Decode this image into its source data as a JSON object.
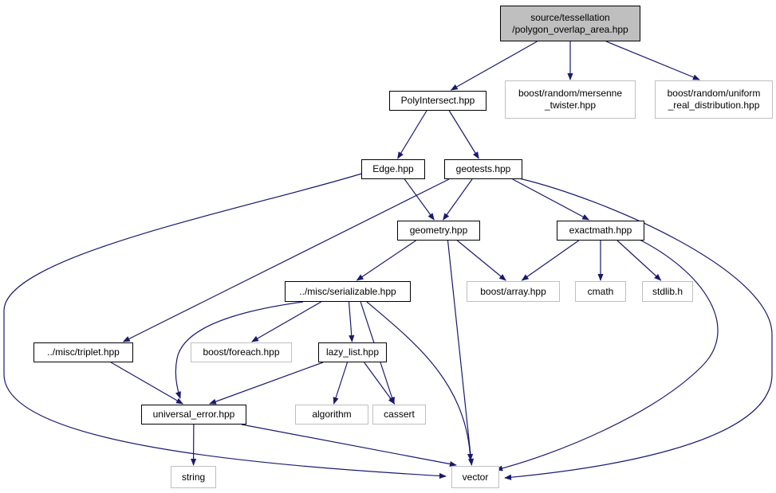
{
  "graph": {
    "edge_color": "#191970",
    "colors": {
      "root_fill": "#bfbfbf",
      "local_border": "#000000",
      "external_border": "#bfbfbf"
    },
    "nodes": [
      {
        "id": "root",
        "lines": [
          "source/tessellation",
          "/polygon_overlap_area.hpp"
        ],
        "kind": "root"
      },
      {
        "id": "polyintersect",
        "lines": [
          "PolyIntersect.hpp"
        ],
        "kind": "local"
      },
      {
        "id": "mersenne",
        "lines": [
          "boost/random/mersenne",
          "_twister.hpp"
        ],
        "kind": "external"
      },
      {
        "id": "uniform",
        "lines": [
          "boost/random/uniform",
          "_real_distribution.hpp"
        ],
        "kind": "external"
      },
      {
        "id": "edge",
        "lines": [
          "Edge.hpp"
        ],
        "kind": "local"
      },
      {
        "id": "geotests",
        "lines": [
          "geotests.hpp"
        ],
        "kind": "local"
      },
      {
        "id": "geometry",
        "lines": [
          "geometry.hpp"
        ],
        "kind": "local"
      },
      {
        "id": "exactmath",
        "lines": [
          "exactmath.hpp"
        ],
        "kind": "local"
      },
      {
        "id": "serializable",
        "lines": [
          "../misc/serializable.hpp"
        ],
        "kind": "local"
      },
      {
        "id": "boostarray",
        "lines": [
          "boost/array.hpp"
        ],
        "kind": "external"
      },
      {
        "id": "cmath",
        "lines": [
          "cmath"
        ],
        "kind": "external"
      },
      {
        "id": "stdlib",
        "lines": [
          "stdlib.h"
        ],
        "kind": "external"
      },
      {
        "id": "triplet",
        "lines": [
          "../misc/triplet.hpp"
        ],
        "kind": "local"
      },
      {
        "id": "foreach",
        "lines": [
          "boost/foreach.hpp"
        ],
        "kind": "external"
      },
      {
        "id": "lazylist",
        "lines": [
          "lazy_list.hpp"
        ],
        "kind": "local"
      },
      {
        "id": "universal",
        "lines": [
          "universal_error.hpp"
        ],
        "kind": "local"
      },
      {
        "id": "algorithm",
        "lines": [
          "algorithm"
        ],
        "kind": "external"
      },
      {
        "id": "cassert",
        "lines": [
          "cassert"
        ],
        "kind": "external"
      },
      {
        "id": "string",
        "lines": [
          "string"
        ],
        "kind": "external"
      },
      {
        "id": "vector",
        "lines": [
          "vector"
        ],
        "kind": "external"
      }
    ],
    "edges": [
      {
        "from": "root",
        "to": "polyintersect"
      },
      {
        "from": "root",
        "to": "mersenne"
      },
      {
        "from": "root",
        "to": "uniform"
      },
      {
        "from": "polyintersect",
        "to": "edge"
      },
      {
        "from": "polyintersect",
        "to": "geotests"
      },
      {
        "from": "edge",
        "to": "geometry"
      },
      {
        "from": "edge",
        "to": "vector"
      },
      {
        "from": "geotests",
        "to": "geometry"
      },
      {
        "from": "geotests",
        "to": "exactmath"
      },
      {
        "from": "geotests",
        "to": "triplet"
      },
      {
        "from": "geotests",
        "to": "vector"
      },
      {
        "from": "geometry",
        "to": "serializable"
      },
      {
        "from": "geometry",
        "to": "boostarray"
      },
      {
        "from": "geometry",
        "to": "vector"
      },
      {
        "from": "exactmath",
        "to": "boostarray"
      },
      {
        "from": "exactmath",
        "to": "cmath"
      },
      {
        "from": "exactmath",
        "to": "stdlib"
      },
      {
        "from": "exactmath",
        "to": "vector"
      },
      {
        "from": "serializable",
        "to": "foreach"
      },
      {
        "from": "serializable",
        "to": "lazylist"
      },
      {
        "from": "serializable",
        "to": "universal"
      },
      {
        "from": "serializable",
        "to": "cassert"
      },
      {
        "from": "serializable",
        "to": "vector"
      },
      {
        "from": "triplet",
        "to": "universal"
      },
      {
        "from": "lazylist",
        "to": "universal"
      },
      {
        "from": "lazylist",
        "to": "algorithm"
      },
      {
        "from": "lazylist",
        "to": "cassert"
      },
      {
        "from": "universal",
        "to": "string"
      },
      {
        "from": "universal",
        "to": "vector"
      }
    ]
  }
}
